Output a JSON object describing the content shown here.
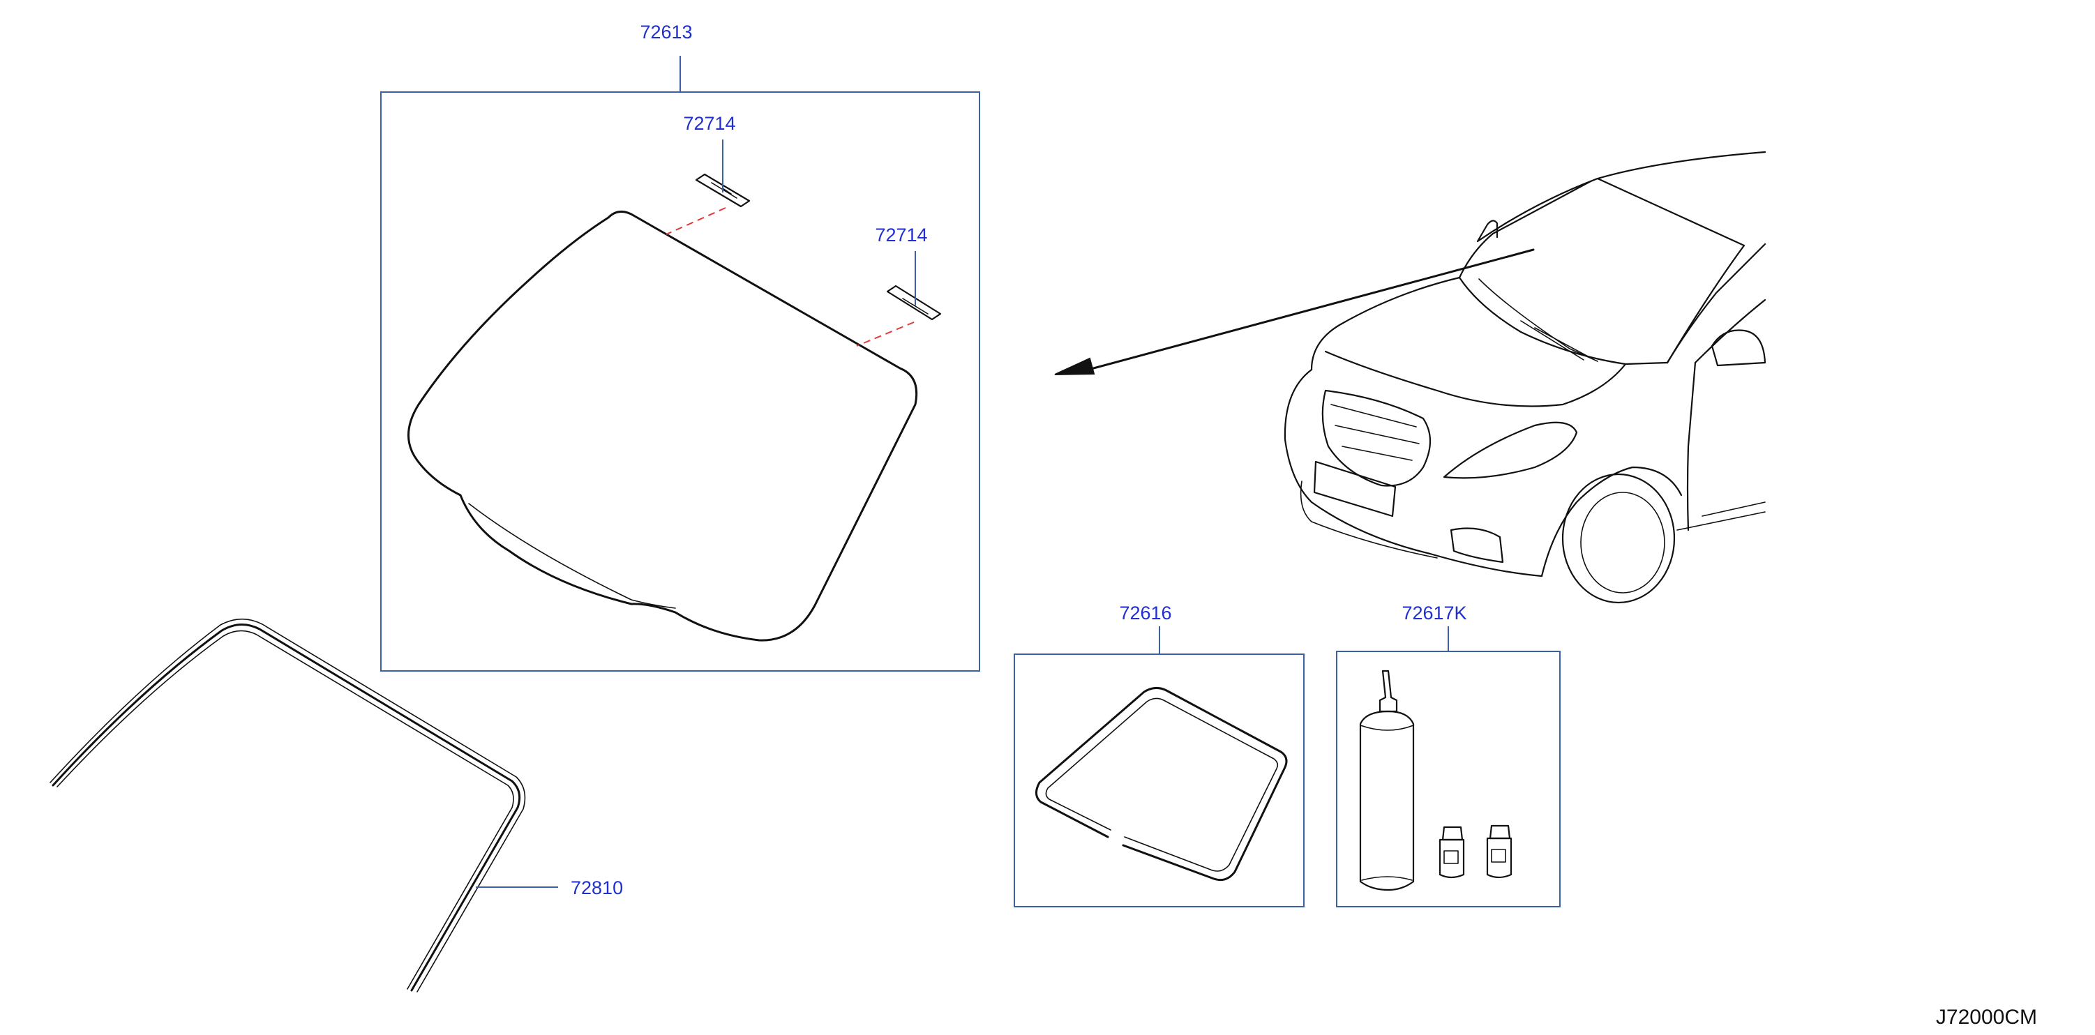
{
  "parts": {
    "windshield_glass": "72613",
    "clip_upper": "72714",
    "clip_right": "72714",
    "moulding": "72810",
    "dam_kit": "72616",
    "adhesive_kit": "72617K"
  },
  "diagram_code": "J72000CM",
  "colors": {
    "label": "#1f2fd1",
    "frame": "#3b5fa8",
    "dashed_leader": "#e23a3a",
    "line_art": "#111111"
  }
}
